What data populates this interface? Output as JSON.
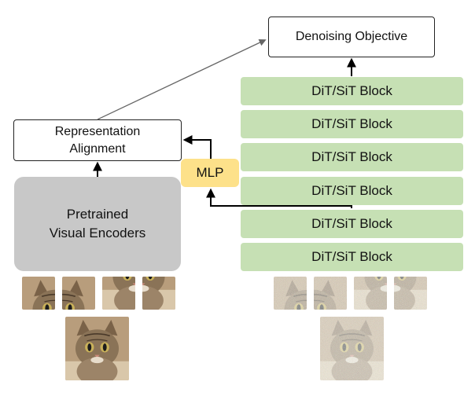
{
  "denoising_objective": "Denoising Objective",
  "dit_blocks": [
    "DiT/SiT Block",
    "DiT/SiT Block",
    "DiT/SiT Block",
    "DiT/SiT Block",
    "DiT/SiT Block",
    "DiT/SiT Block"
  ],
  "mlp": "MLP",
  "representation_alignment": [
    "Representation",
    "Alignment"
  ],
  "encoder": [
    "Pretrained",
    "Visual Encoders"
  ],
  "colors": {
    "dit_block": "#c6e0b4",
    "mlp": "#fde18a",
    "encoder": "#c8c8c8",
    "arrow_black": "#000000",
    "arrow_gray": "#666666"
  },
  "images": {
    "clean_patches_icon": "cat-photo-icon",
    "clean_image_icon": "cat-photo-icon",
    "noisy_patches_icon": "noisy-cat-photo-icon",
    "noisy_image_icon": "noisy-cat-photo-icon"
  }
}
